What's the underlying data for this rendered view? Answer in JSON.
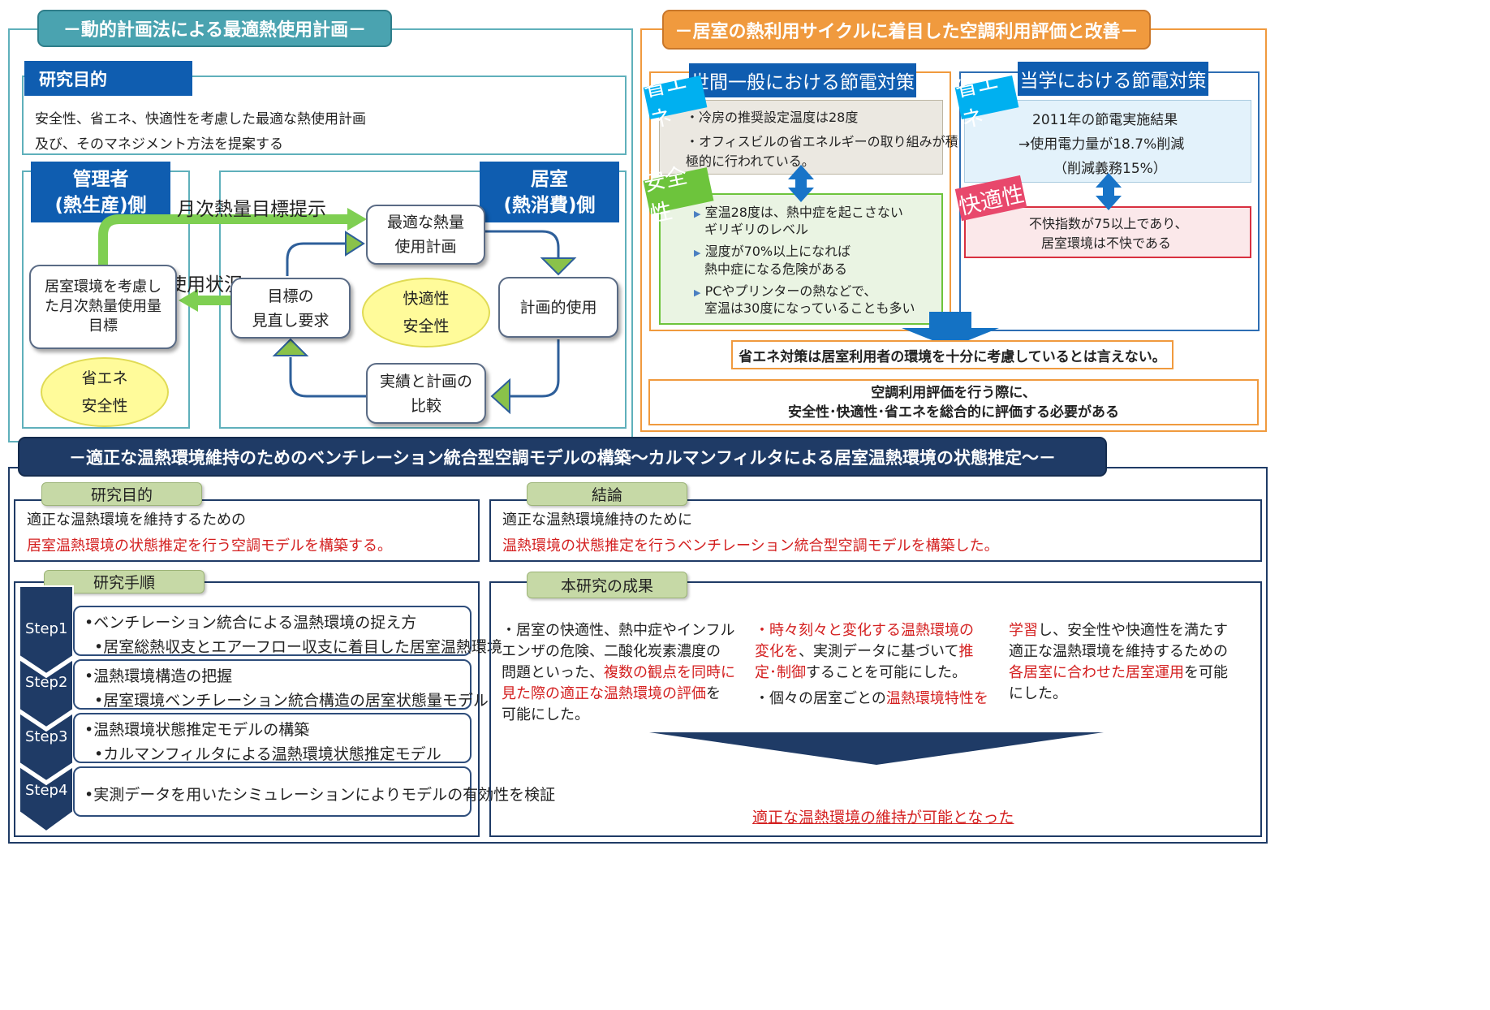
{
  "dynamic_plan": {
    "title": "－動的計画法による最適熱使用計画－",
    "purpose_label": "研究目的",
    "purpose_lines": [
      "安全性、省エネ、快適性を考慮した最適な熱使用計画",
      "及び、そのマネジメント方法を提案する"
    ],
    "manager_label": [
      "管理者",
      "(熱生産)側"
    ],
    "room_label": [
      "居室",
      "(熱消費)側"
    ],
    "monthly_target": "月次熱量目標提示",
    "usage_status": "使用状況",
    "manager_box": [
      "居室環境を考慮し",
      "た月次熱量使用量",
      "目標"
    ],
    "manager_ellipse": [
      "省エネ",
      "安全性"
    ],
    "optimal_plan": [
      "最適な熱量",
      "使用計画"
    ],
    "planned_use": "計画的使用",
    "compare": [
      "実績と計画の",
      "比較"
    ],
    "review": [
      "目標の",
      "見直し要求"
    ],
    "room_ellipse": [
      "快適性",
      "安全性"
    ]
  },
  "heat_cycle": {
    "title": "－居室の熱利用サイクルに着目した空調利用評価と改善－",
    "general_title": "世間一般における節電対策",
    "school_title": "当学における節電対策",
    "tag_energy": "省エネ",
    "tag_safety": "安全性",
    "tag_comfort": "快適性",
    "general_energy": [
      "・冷房の推奨設定温度は28度",
      "・オフィスビルの省エネルギーの取り組みが積",
      "極的に行われている。"
    ],
    "general_safety": [
      [
        "室温28度は、熱中症を起こさない",
        "ギリギリのレベル"
      ],
      [
        "湿度が70%以上になれば",
        "熱中症になる危険がある"
      ],
      [
        "PCやプリンターの熱などで、",
        "室温は30度になっていることも多い"
      ]
    ],
    "school_energy": [
      "2011年の節電実施結果",
      "→使用電力量が18.7%削減",
      "（削減義務15%）"
    ],
    "school_comfort": [
      "不快指数が75以上であり、",
      "居室環境は不快である"
    ],
    "conclusion": "省エネ対策は居室利用者の環境を十分に考慮しているとは言えない。",
    "need": [
      "空調利用評価を行う際に、",
      "安全性･快適性･省エネを総合的に評価する必要がある"
    ]
  },
  "ventilation": {
    "title": "－適正な温熱環境維持のためのベンチレーション統合型空調モデルの構築～カルマンフィルタによる居室温熱環境の状態推定～－",
    "purpose_label": "研究目的",
    "purpose_line1": "適正な温熱環境を維持するための",
    "purpose_line2": "居室温熱環境の状態推定を行う空調モデルを構築する。",
    "conclusion_label": "結論",
    "conclusion_line1": "適正な温熱環境維持のために",
    "conclusion_line2": "温熱環境の状態推定を行うベンチレーション統合型空調モデルを構築した。",
    "procedure_label": "研究手順",
    "steps": [
      {
        "label": "Step1",
        "lines": [
          "•ベンチレーション統合による温熱環境の捉え方",
          "•居室総熱収支とエアーフロー収支に着目した居室温熱環境"
        ]
      },
      {
        "label": "Step2",
        "lines": [
          "•温熱環境構造の把握",
          "•居室環境ベンチレーション統合構造の居室状態量モデル"
        ]
      },
      {
        "label": "Step3",
        "lines": [
          "•温熱環境状態推定モデルの構築",
          "•カルマンフィルタによる温熱環境状態推定モデル"
        ]
      },
      {
        "label": "Step4",
        "lines": [
          "•実測データを用いたシミュレーションによりモデルの有効性を検証"
        ]
      }
    ],
    "results_label": "本研究の成果",
    "col1": [
      {
        "t": "・居室の快適性、熱中症やインフル",
        "c": "k"
      },
      {
        "t": "エンザの危険、二酸化炭素濃度の",
        "c": "k"
      },
      {
        "t": "問題といった、",
        "c": "k",
        "r": "複数の観点を同時に"
      },
      {
        "t": "見た際の適正な温熱環境の評価",
        "c": "r",
        "k": "を"
      },
      {
        "t": "可能にした。",
        "c": "k"
      }
    ],
    "col2": [
      {
        "a": "・",
        "r": "時々刻々と変化する温熱環境の"
      },
      {
        "a": "",
        "r": "変化を",
        "k": "、実測データに基づいて",
        "r2": "推"
      },
      {
        "a": "",
        "r": "定･制御",
        "k": "することを可能にした。"
      },
      {
        "a": "・個々の居室ごとの",
        "r": "温熱環境特性を"
      }
    ],
    "col3": [
      {
        "r": "学習",
        "k": "し、安全性や快適性を満たす"
      },
      {
        "k": "適正な温熱環境を維持するための"
      },
      {
        "r": "各居室に合わせた居室運用",
        "k": "を可能"
      },
      {
        "k": "にした。"
      }
    ],
    "final": "適正な温熱環境の維持が可能となった"
  },
  "colors": {
    "teal": "#4aa3b0",
    "orange": "#f09a3e",
    "navy": "#1f3b66",
    "blue": "#0f5db0",
    "cyan": "#00b0f0",
    "green": "#6dc43c",
    "pink": "#e8486c",
    "red": "#d42020"
  }
}
